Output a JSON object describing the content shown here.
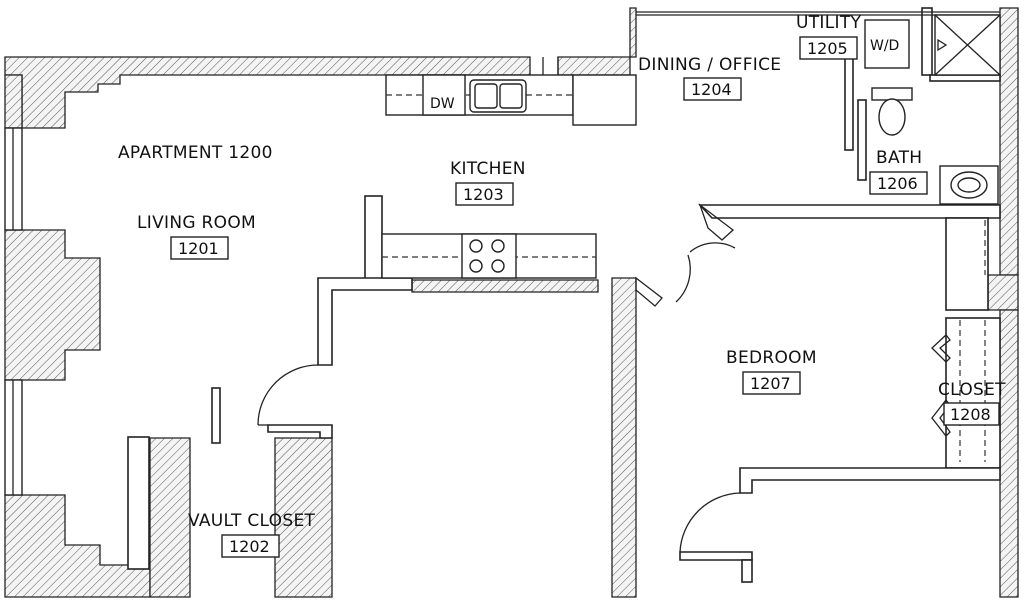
{
  "apartment": {
    "title": "APARTMENT 1200"
  },
  "rooms": {
    "living": {
      "name": "LIVING ROOM",
      "number": "1201"
    },
    "vault": {
      "name": "VAULT CLOSET",
      "number": "1202"
    },
    "kitchen": {
      "name": "KITCHEN",
      "number": "1203"
    },
    "dining": {
      "name": "DINING / OFFICE",
      "number": "1204"
    },
    "utility": {
      "name": "UTILITY",
      "number": "1205"
    },
    "bath": {
      "name": "BATH",
      "number": "1206"
    },
    "bedroom": {
      "name": "BEDROOM",
      "number": "1207"
    },
    "closet": {
      "name": "CLOSET",
      "number": "1208"
    }
  },
  "fixtures": {
    "dishwasher": "DW",
    "washer_dryer": "W/D"
  },
  "colors": {
    "line": "#222222",
    "background": "#ffffff"
  }
}
